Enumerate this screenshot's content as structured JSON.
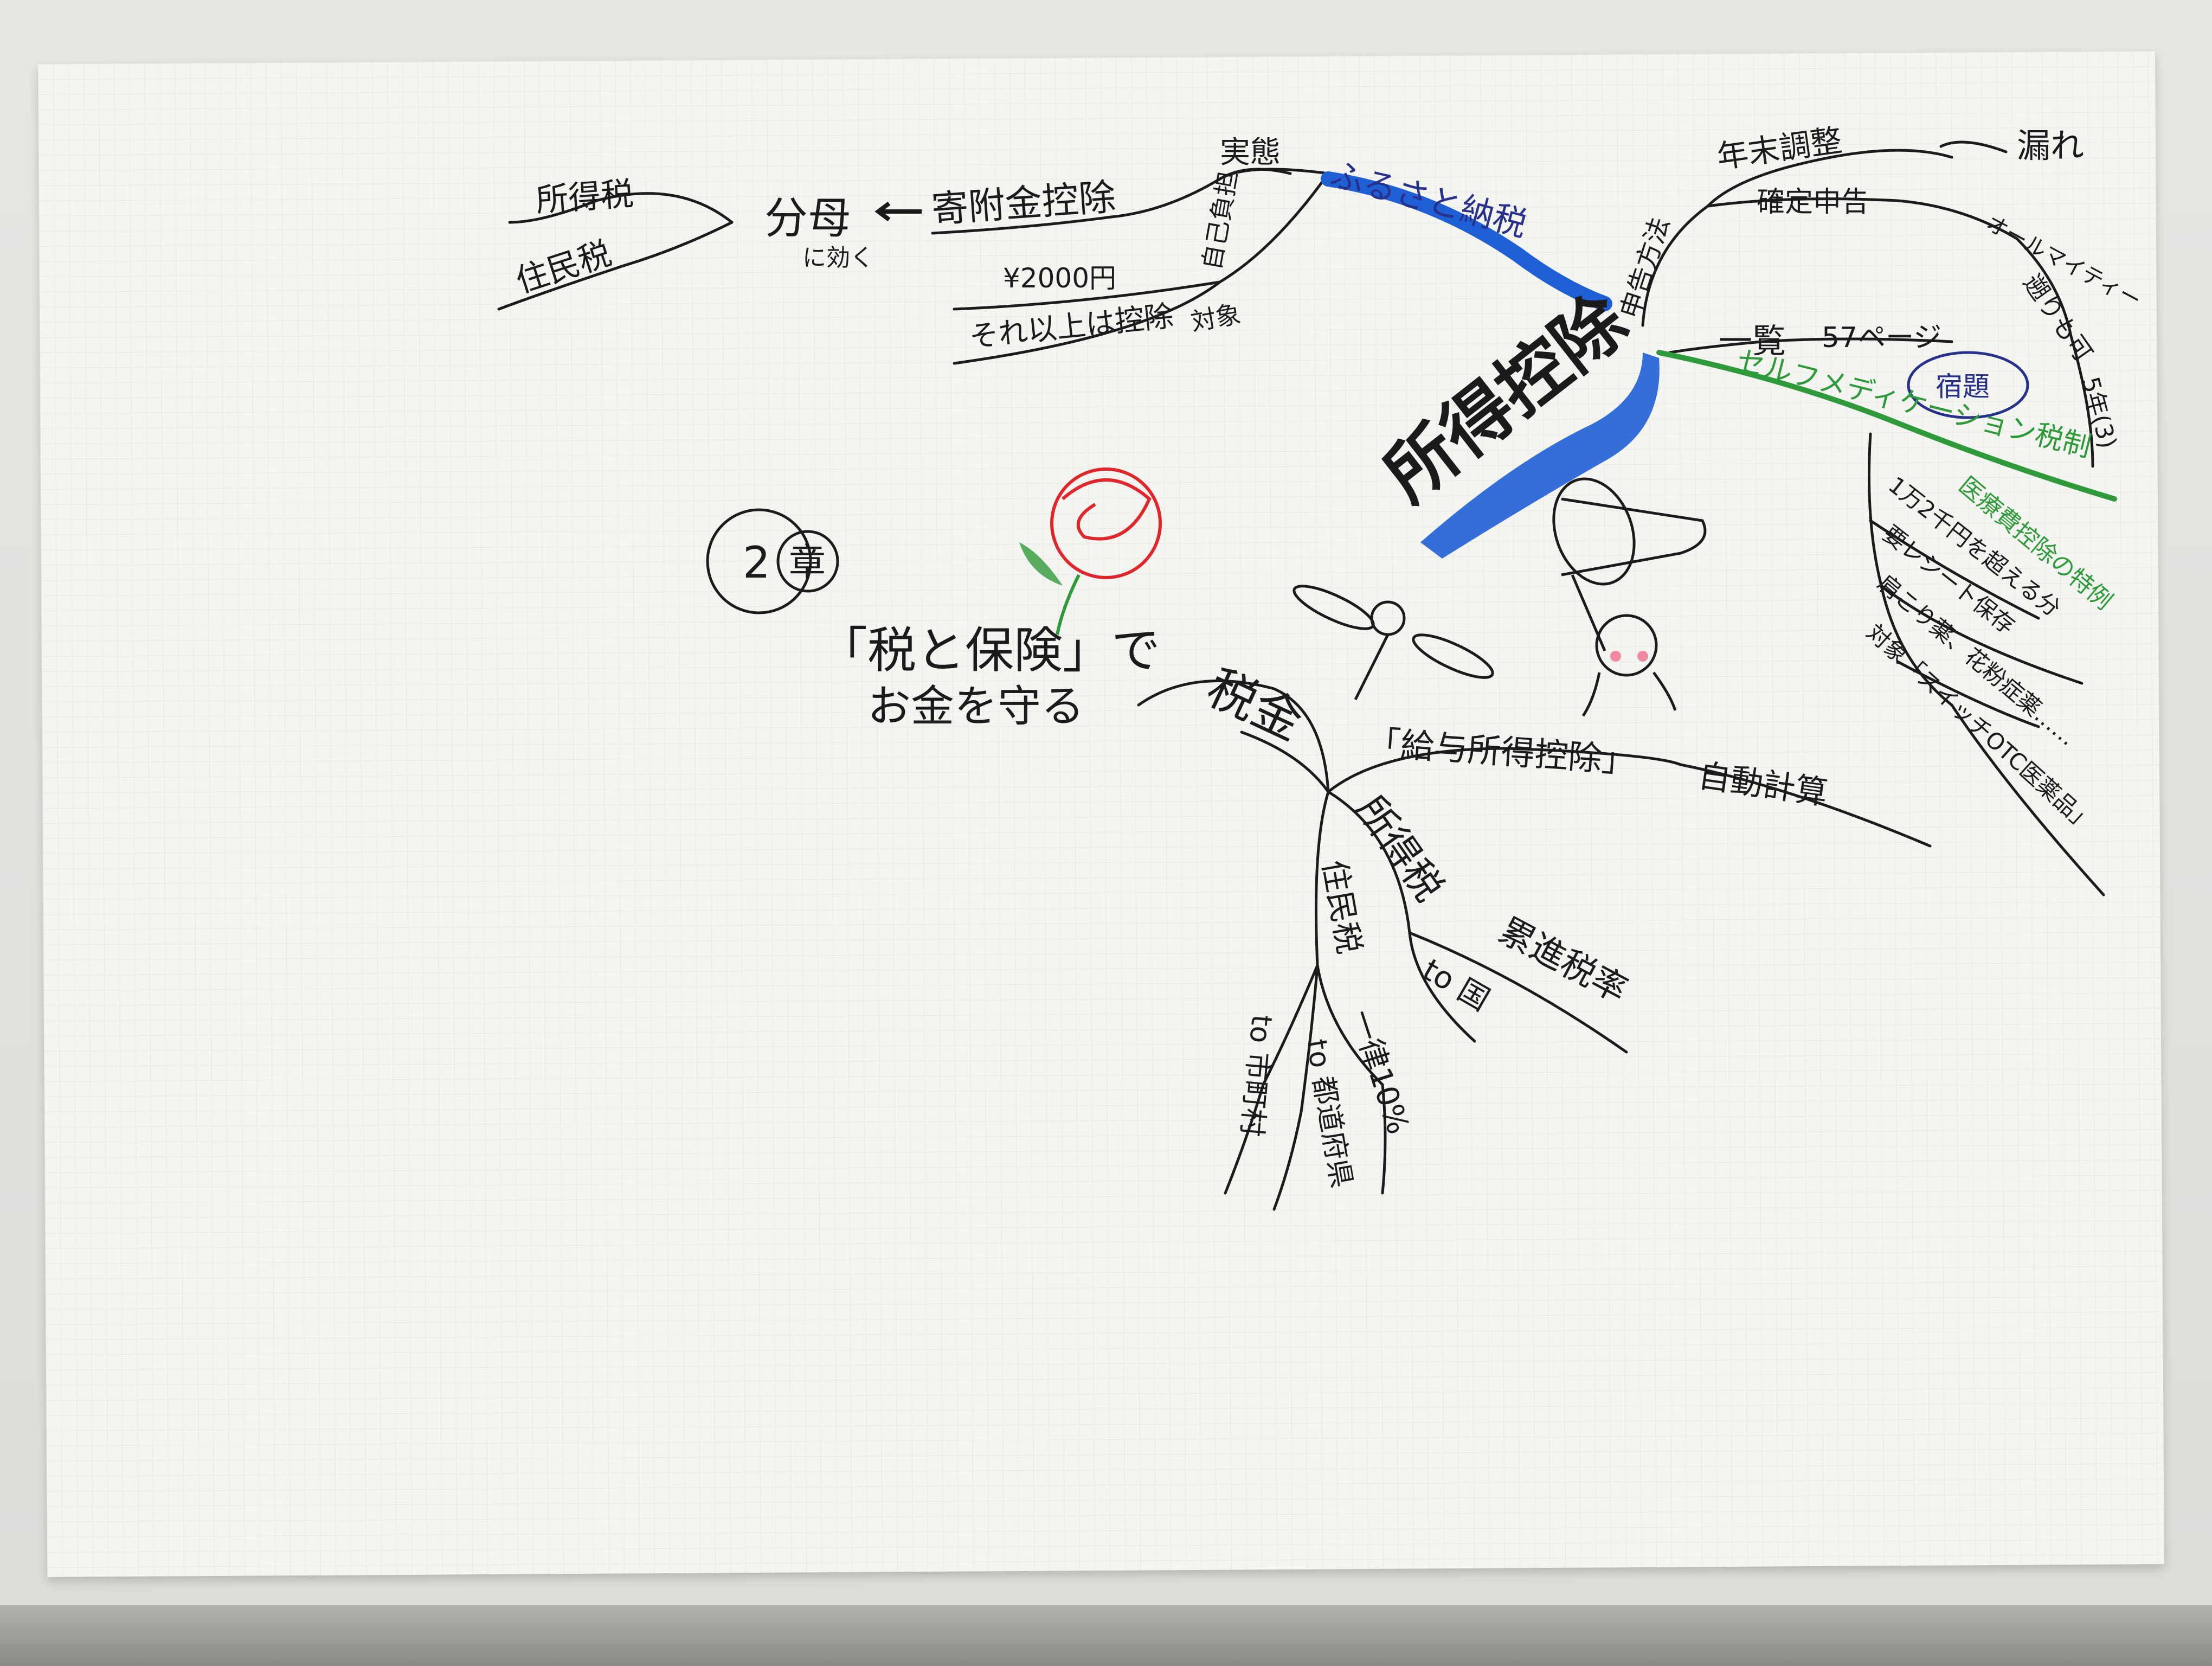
{
  "chapter": {
    "number": "2",
    "char": "章",
    "title_line1": "「税と保険」で",
    "title_line2": "お金を守る"
  },
  "tax_branch": {
    "label": "税金",
    "salary_deduction": "「給与所得控除」",
    "auto_calc": "自動計算",
    "income_tax": "所得税",
    "progressive": "累進税率",
    "to_country": "to 国",
    "resident_tax": "住民税",
    "flat_rate": "一律10%",
    "to_prefecture": "to 都道府県",
    "to_municipality": "to 市町村"
  },
  "central_topic": {
    "label": "所得控除",
    "color": "#1f5fd6"
  },
  "furusato": {
    "label": "ふるさと納税",
    "actual": "実態",
    "donation_deduction": "寄附金控除",
    "burden": "自己負担",
    "amount": "¥2000円",
    "above": "それ以上は控除",
    "target": "対象",
    "denominator": "分母",
    "works_on": "に効く",
    "income_tax": "所得税",
    "resident_tax": "住民税"
  },
  "filing": {
    "label": "申告方法",
    "year_end": "年末調整",
    "omission": "漏れ",
    "tax_return": "確定申告",
    "all_mighty": "オールマイティー",
    "retroactive": "遡りも可",
    "five_years": "5年(3)"
  },
  "list_branch": {
    "label": "一覧",
    "page": "57ページ",
    "homework": "宿題"
  },
  "self_medication": {
    "label": "セルフメディケーション税制",
    "special": "医療費控除の特例",
    "color": "#2f9a3a",
    "items": [
      "1万2千円を超える分",
      "要レシート保存",
      "肩こり薬、花粉症薬……",
      "対象「スイッチOTC医薬品」"
    ]
  },
  "colors": {
    "ink": "#1b1b1b",
    "blue": "#1f5fd6",
    "green": "#2f9a3a",
    "navy": "#27308a",
    "rose": "#e0262a"
  },
  "drawings": [
    "rose-drawing",
    "dragonfly-drawing",
    "bug-net-drawing",
    "child-face-drawing"
  ]
}
